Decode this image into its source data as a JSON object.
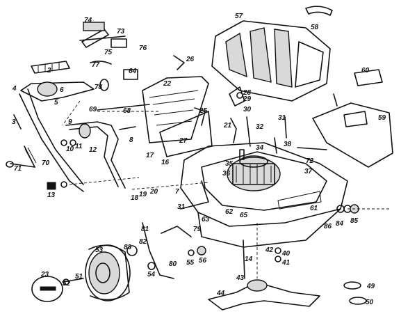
{
  "labels": [
    "74",
    "73",
    "75",
    "76",
    "57",
    "58",
    "2",
    "4",
    "5",
    "6",
    "77",
    "78",
    "64",
    "26",
    "60",
    "3",
    "69",
    "68",
    "22",
    "28",
    "29",
    "30",
    "25",
    "59",
    "9",
    "10",
    "11",
    "12",
    "8",
    "21",
    "31",
    "32",
    "27",
    "38",
    "72",
    "71",
    "70",
    "17",
    "16",
    "34",
    "35",
    "36",
    "37",
    "13",
    "7",
    "18",
    "19",
    "20",
    "31",
    "62",
    "65",
    "61",
    "63",
    "86",
    "84",
    "85",
    "81",
    "79",
    "83",
    "82",
    "80",
    "55",
    "56",
    "53",
    "54",
    "14",
    "42",
    "40",
    "41",
    "23",
    "52",
    "51",
    "43",
    "44",
    "49",
    "50"
  ]
}
